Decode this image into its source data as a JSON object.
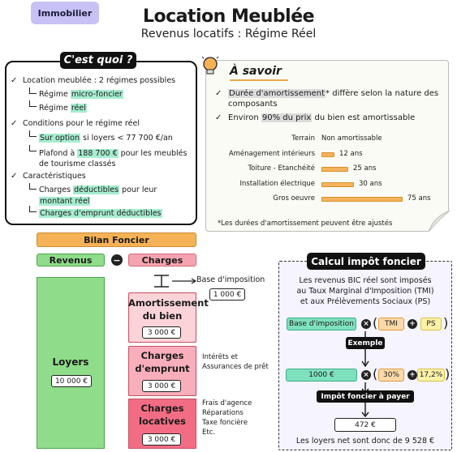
{
  "header": {
    "tag": "Immobilier",
    "title": "Location Meublée",
    "subtitle": "Revenus locatifs : Régime Réel"
  },
  "cest_quoi": {
    "title": "C'est quoi ?",
    "items": [
      {
        "text": "Location meublée : 2 régimes possibles"
      },
      {
        "pre": "Régime ",
        "hl": "micro-foncier",
        "post": ""
      },
      {
        "pre": "Régime ",
        "hl": "réel",
        "post": ""
      },
      {
        "text": "Conditions pour le régime réel"
      },
      {
        "pre": "",
        "hl": "Sur option",
        "post": " si loyers < 77 700 €/an"
      },
      {
        "pre": "Plafond à ",
        "hl": "188 700 €",
        "post": " pour les meublés"
      },
      {
        "text": "de tourisme classés"
      },
      {
        "text": "Caractéristiques"
      },
      {
        "pre": "Charges ",
        "hl": "déductibles",
        "post": " pour leur"
      },
      {
        "pre": "",
        "hl": "montant réel",
        "post": ""
      },
      {
        "pre": "",
        "hl": "Charges d'emprunt déductibles",
        "post": ""
      }
    ]
  },
  "a_savoir": {
    "title": "À savoir",
    "point1_hl": "Durée d'amortissement",
    "point1_rest": "* diffère selon la nature des",
    "point1_line2": "composants",
    "point2_pre": "Environ ",
    "point2_hl": "90% du prix",
    "point2_post": " du bien est amortissable",
    "rows": [
      {
        "label": "Terrain",
        "value": "Non amortissable",
        "years": 0
      },
      {
        "label": "Aménagement intérieurs",
        "value": "12 ans",
        "years": 12
      },
      {
        "label": "Toiture - Etanchéité",
        "value": "25 ans",
        "years": 25
      },
      {
        "label": "Installation électrique",
        "value": "30 ans",
        "years": 30
      },
      {
        "label": "Gros oeuvre",
        "value": "75 ans",
        "years": 75
      }
    ],
    "footnote": "*Les durées d'amortissement peuvent être ajustés"
  },
  "bilan": {
    "title": "Bilan Foncier",
    "revenus": "Revenus",
    "minus": "−",
    "charges": "Charges",
    "loyers_label": "Loyers",
    "loyers_value": "10 000 €",
    "base_label": "Base d'imposition",
    "base_value": "1 000 €",
    "charge_items": [
      {
        "label_l1": "Amortissement",
        "label_l2": "du bien",
        "value": "3 000 €",
        "side": []
      },
      {
        "label_l1": "Charges",
        "label_l2": "d'emprunt",
        "value": "3 000 €",
        "side": [
          "Intérêts et",
          "Assurances de prêt"
        ]
      },
      {
        "label_l1": "Charges",
        "label_l2": "locatives",
        "value": "3 000 €",
        "side": [
          "Frais d'agence",
          "Réparations",
          "Taxe foncière",
          "Etc."
        ]
      }
    ]
  },
  "calcul": {
    "title": "Calcul impôt foncier",
    "intro": [
      "Les revenus BIC réel sont imposés",
      "au Taux Marginal d'Imposition (TMI)",
      "et aux Prélèvements Sociaux (PS)"
    ],
    "formula": {
      "base": "Base d'imposition",
      "times": "×",
      "tmi": "TMI",
      "plus": "+",
      "ps": "PS"
    },
    "exemple_label": "Exemple",
    "example": {
      "base": "1000 €",
      "times": "×",
      "tmi": "30%",
      "plus": "+",
      "ps": "17,2%"
    },
    "impot_label": "Impôt foncier à payer",
    "impot_value": "472 €",
    "conclusion": "Les loyers net sont donc de 9 528 €"
  },
  "colors": {
    "green": "#8fdc8a",
    "pink": "#f4a3b0",
    "orange": "#f6b256",
    "purple": "#c7c1f5",
    "mint": "#a6edcf"
  }
}
